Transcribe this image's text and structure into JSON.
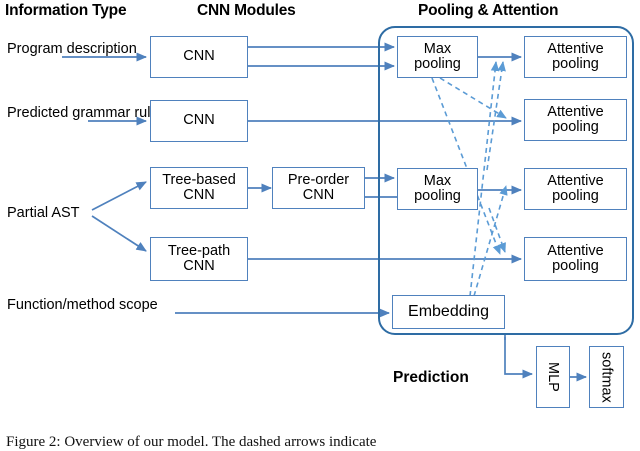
{
  "figure": {
    "headers": [
      {
        "id": "information-type",
        "label": "Information Type"
      },
      {
        "id": "cnn-modules",
        "label": "CNN Modules"
      },
      {
        "id": "pooling-attention",
        "label": "Pooling & Attention"
      }
    ],
    "inputs": [
      {
        "id": "program-description",
        "line1": "Program",
        "line2": "description"
      },
      {
        "id": "predicted-grammar-rules",
        "line1": "Predicted",
        "line2": "grammar rules"
      },
      {
        "id": "partial-ast",
        "line1": "Partial AST",
        "line2": ""
      },
      {
        "id": "function-method-scope",
        "line1": "Function/method",
        "line2": "scope"
      }
    ],
    "cnn_modules": [
      {
        "id": "cnn-program",
        "line1": "CNN",
        "line2": ""
      },
      {
        "id": "cnn-grammar",
        "line1": "CNN",
        "line2": ""
      },
      {
        "id": "tree-based-cnn",
        "line1": "Tree-based",
        "line2": "CNN"
      },
      {
        "id": "pre-order-cnn",
        "line1": "Pre-order",
        "line2": "CNN"
      },
      {
        "id": "tree-path-cnn",
        "line1": "Tree-path",
        "line2": "CNN"
      }
    ],
    "pooling": [
      {
        "id": "max-pooling-1",
        "line1": "Max",
        "line2": "pooling"
      },
      {
        "id": "max-pooling-2",
        "line1": "Max",
        "line2": "pooling"
      },
      {
        "id": "embedding",
        "line1": "Embedding",
        "line2": ""
      }
    ],
    "attention": [
      {
        "id": "attentive-pooling-1",
        "line1": "Attentive",
        "line2": "pooling"
      },
      {
        "id": "attentive-pooling-2",
        "line1": "Attentive",
        "line2": "pooling"
      },
      {
        "id": "attentive-pooling-3",
        "line1": "Attentive",
        "line2": "pooling"
      },
      {
        "id": "attentive-pooling-4",
        "line1": "Attentive",
        "line2": "pooling"
      }
    ],
    "prediction": {
      "label": "Prediction",
      "mlp": "MLP",
      "softmax": "softmax"
    },
    "caption": "Figure 2: Overview of our model. The dashed arrows indicate",
    "colors": {
      "box_border": "#4f81bd",
      "group_border": "#2e6ca4",
      "arrow": "#4f81bd",
      "dashed_arrow": "#5b9bd5",
      "text": "#000000",
      "background": "#ffffff"
    }
  }
}
